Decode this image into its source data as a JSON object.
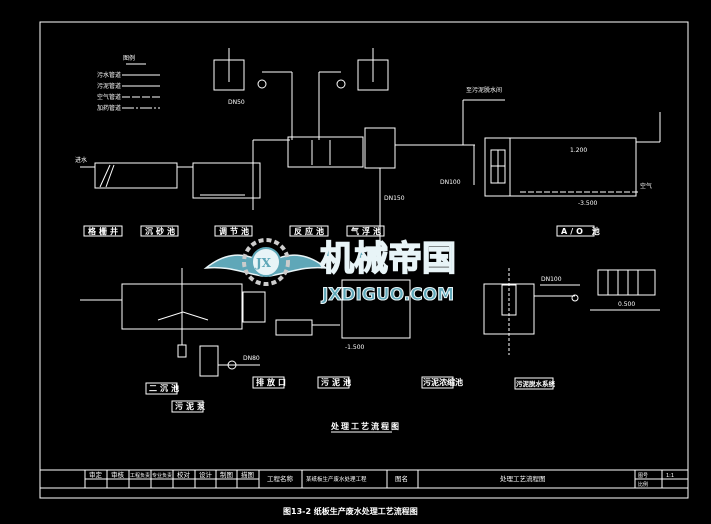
{
  "legend": {
    "title": "图例",
    "items": [
      "污水管道",
      "污泥管道",
      "空气管道",
      "加药管道"
    ]
  },
  "units": {
    "screen_well": "格栅井",
    "grit_chamber": "沉砂池",
    "equalization_tank": "调节池",
    "reaction_tank": "反应池",
    "air_flotation": "气浮池",
    "ao_tank": "A/O 池",
    "secondary_clarifier": "二沉池",
    "sludge_pump": "污泥泵",
    "outfall": "排放口",
    "sludge_tank": "污泥池",
    "sludge_thickener": "污泥浓缩池",
    "sludge_dewatering": "污泥脱水系统"
  },
  "annotations": {
    "inflow": "进水",
    "pipe_dn150": "DN150",
    "pipe_dn100": "DN100",
    "pipe_dn80": "DN80",
    "pipe_dn50": "DN50",
    "air": "空气",
    "to_dewatering": "至污泥脱水间",
    "level_1": "1.200",
    "level_2": "-3.500",
    "level_3": "-1.500",
    "level_4": "0.500"
  },
  "drawing_title": "处理工艺流程图",
  "title_block": {
    "roles": [
      "审定",
      "审核",
      "工程负责",
      "专业负责",
      "校对",
      "设计",
      "制图",
      "描图"
    ],
    "project_label": "工程名称",
    "project_name": "某纸板生产废水处理工程",
    "drawing_label": "图名",
    "drawing_name": "处理工艺流程图",
    "number_label": "图号",
    "scale_label": "比例",
    "sheet": "1:1"
  },
  "caption": "图13-2 纸板生产废水处理工艺流程图",
  "watermark": {
    "logo_letters": "JX",
    "cn": "机械帝国",
    "en": "JXDIGUO.COM",
    "color": "#5fa7b8"
  }
}
